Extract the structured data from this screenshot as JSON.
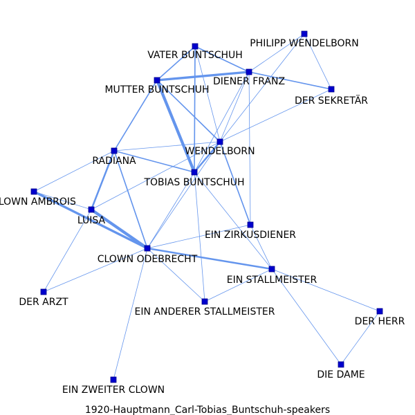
{
  "caption": "1920-Hauptmann_Carl-Tobias_Buntschuh-speakers",
  "colors": {
    "edge": "#6495ED",
    "node_fill": "#0000CD",
    "node_stroke": "#00008B"
  },
  "nodes": [
    {
      "id": "vater",
      "label": "VATER BUNTSCHUH"
    },
    {
      "id": "philipp",
      "label": "PHILIPP WENDELBORN"
    },
    {
      "id": "diener",
      "label": "DIENER FRANZ"
    },
    {
      "id": "mutter",
      "label": "MUTTER BUNTSCHUH"
    },
    {
      "id": "sekretaer",
      "label": "DER SEKRETÄR"
    },
    {
      "id": "wendelborn",
      "label": "WENDELBORN"
    },
    {
      "id": "radiana",
      "label": "RADIANA"
    },
    {
      "id": "tobias",
      "label": "TOBIAS BUNTSCHUH"
    },
    {
      "id": "ambrois",
      "label": "CLOWN AMBROIS"
    },
    {
      "id": "luisa",
      "label": "LUISA"
    },
    {
      "id": "zirkus",
      "label": "EIN ZIRKUSDIENER"
    },
    {
      "id": "odebrecht",
      "label": "CLOWN ODEBRECHT"
    },
    {
      "id": "stallmeister",
      "label": "EIN STALLMEISTER"
    },
    {
      "id": "arzt",
      "label": "DER ARZT"
    },
    {
      "id": "anderer",
      "label": "EIN ANDERER STALLMEISTER"
    },
    {
      "id": "herr",
      "label": "DER HERR"
    },
    {
      "id": "dame",
      "label": "DIE DAME"
    },
    {
      "id": "zweiter",
      "label": "EIN ZWEITER CLOWN"
    }
  ],
  "edges": [
    {
      "source": "vater",
      "target": "mutter",
      "weight": 2
    },
    {
      "source": "vater",
      "target": "diener",
      "weight": 2
    },
    {
      "source": "vater",
      "target": "tobias",
      "weight": 2
    },
    {
      "source": "vater",
      "target": "wendelborn",
      "weight": 1
    },
    {
      "source": "mutter",
      "target": "diener",
      "weight": 4
    },
    {
      "source": "mutter",
      "target": "tobias",
      "weight": 5
    },
    {
      "source": "mutter",
      "target": "wendelborn",
      "weight": 2
    },
    {
      "source": "mutter",
      "target": "radiana",
      "weight": 2
    },
    {
      "source": "diener",
      "target": "sekretaer",
      "weight": 2
    },
    {
      "source": "diener",
      "target": "wendelborn",
      "weight": 1
    },
    {
      "source": "diener",
      "target": "tobias",
      "weight": 1
    },
    {
      "source": "philipp",
      "target": "diener",
      "weight": 1
    },
    {
      "source": "philipp",
      "target": "sekretaer",
      "weight": 1
    },
    {
      "source": "philipp",
      "target": "wendelborn",
      "weight": 1
    },
    {
      "source": "sekretaer",
      "target": "wendelborn",
      "weight": 1
    },
    {
      "source": "wendelborn",
      "target": "radiana",
      "weight": 1
    },
    {
      "source": "wendelborn",
      "target": "tobias",
      "weight": 3
    },
    {
      "source": "wendelborn",
      "target": "zirkus",
      "weight": 2
    },
    {
      "source": "wendelborn",
      "target": "odebrecht",
      "weight": 1
    },
    {
      "source": "wendelborn",
      "target": "luisa",
      "weight": 1
    },
    {
      "source": "radiana",
      "target": "tobias",
      "weight": 2
    },
    {
      "source": "radiana",
      "target": "luisa",
      "weight": 3
    },
    {
      "source": "radiana",
      "target": "odebrecht",
      "weight": 2
    },
    {
      "source": "radiana",
      "target": "ambrois",
      "weight": 1
    },
    {
      "source": "tobias",
      "target": "odebrecht",
      "weight": 1
    },
    {
      "source": "tobias",
      "target": "stallmeister",
      "weight": 1
    },
    {
      "source": "tobias",
      "target": "anderer",
      "weight": 1
    },
    {
      "source": "diener",
      "target": "zirkus",
      "weight": 1
    },
    {
      "source": "ambrois",
      "target": "luisa",
      "weight": 1
    },
    {
      "source": "ambrois",
      "target": "odebrecht",
      "weight": 4
    },
    {
      "source": "luisa",
      "target": "odebrecht",
      "weight": 5
    },
    {
      "source": "luisa",
      "target": "arzt",
      "weight": 1
    },
    {
      "source": "zirkus",
      "target": "odebrecht",
      "weight": 1
    },
    {
      "source": "zirkus",
      "target": "stallmeister",
      "weight": 1
    },
    {
      "source": "odebrecht",
      "target": "stallmeister",
      "weight": 3
    },
    {
      "source": "odebrecht",
      "target": "anderer",
      "weight": 1
    },
    {
      "source": "odebrecht",
      "target": "arzt",
      "weight": 1
    },
    {
      "source": "odebrecht",
      "target": "zweiter",
      "weight": 1
    },
    {
      "source": "stallmeister",
      "target": "anderer",
      "weight": 1
    },
    {
      "source": "stallmeister",
      "target": "herr",
      "weight": 1
    },
    {
      "source": "stallmeister",
      "target": "dame",
      "weight": 1
    },
    {
      "source": "herr",
      "target": "dame",
      "weight": 1
    }
  ]
}
